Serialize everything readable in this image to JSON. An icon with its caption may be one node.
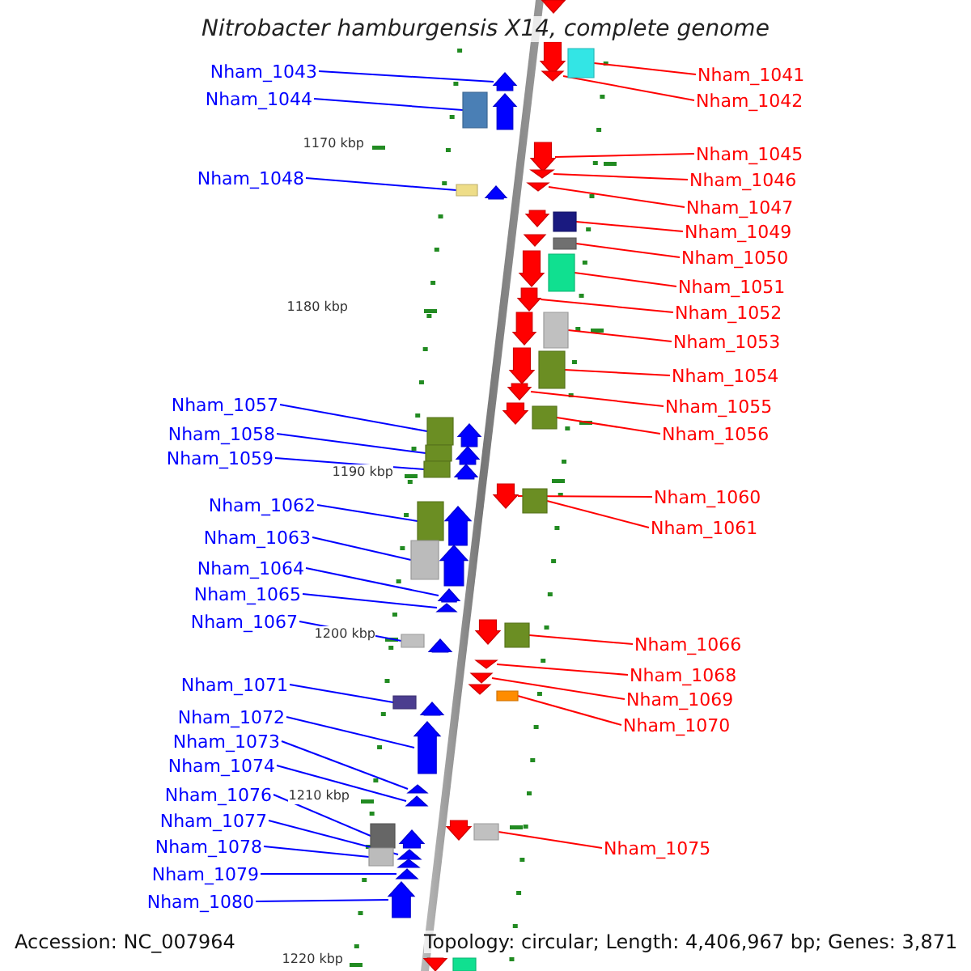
{
  "diagram": {
    "title": "Nitrobacter hamburgensis X14, complete genome",
    "nodes": [
      {
        "text": [
          "Nham_1043"
        ]
      },
      {
        "text": [
          "Nham_1044"
        ]
      },
      {
        "text": [
          "Nham_1048"
        ]
      },
      {
        "text": [
          "Nham_1057"
        ]
      },
      {
        "text": [
          "Nham_1058"
        ]
      },
      {
        "text": [
          "Nham_1059"
        ]
      },
      {
        "text": [
          "Nham_1062"
        ]
      },
      {
        "text": [
          "Nham_1063"
        ]
      },
      {
        "text": [
          "Nham_1064"
        ]
      },
      {
        "text": [
          "Nham_1065"
        ]
      },
      {
        "text": [
          "Nham_1067"
        ]
      },
      {
        "text": [
          "Nham_1071"
        ]
      },
      {
        "text": [
          "Nham_1072"
        ]
      },
      {
        "text": [
          "Nham_1073"
        ]
      },
      {
        "text": [
          "Nham_1074"
        ]
      },
      {
        "text": [
          "Nham_1076"
        ]
      },
      {
        "text": [
          "Nham_1077"
        ]
      },
      {
        "text": [
          "Nham_1078"
        ]
      },
      {
        "text": [
          "Nham_1079"
        ]
      },
      {
        "text": [
          "Nham_1080"
        ]
      },
      {
        "text": [
          "Nham_1041"
        ]
      },
      {
        "text": [
          "Nham_1042"
        ]
      },
      {
        "text": [
          "Nham_1045"
        ]
      },
      {
        "text": [
          "Nham_1046"
        ]
      },
      {
        "text": [
          "Nham_1047"
        ]
      },
      {
        "text": [
          "Nham_1049"
        ]
      },
      {
        "text": [
          "Nham_1050"
        ]
      },
      {
        "text": [
          "Nham_1051"
        ]
      },
      {
        "text": [
          "Nham_1052"
        ]
      },
      {
        "text": [
          "Nham_1053"
        ]
      },
      {
        "text": [
          "Nham_1054"
        ]
      },
      {
        "text": [
          "Nham_1055"
        ]
      },
      {
        "text": [
          "Nham_1056"
        ]
      },
      {
        "text": [
          "Nham_1060"
        ]
      },
      {
        "text": [
          "Nham_1061"
        ]
      },
      {
        "text": [
          "Nham_1066"
        ]
      },
      {
        "text": [
          "Nham_1068"
        ]
      },
      {
        "text": [
          "Nham_1069"
        ]
      },
      {
        "text": [
          "Nham_1070"
        ]
      },
      {
        "text": [
          "Nham_1075"
        ]
      },
      {
        "text": [],
        "shape": "box"
      },
      {
        "text": [],
        "shape": "pentagon"
      },
      {
        "text": [],
        "shape": "pentagon"
      },
      {
        "text": [],
        "shape": "box"
      },
      {
        "text": [],
        "shape": "pentagon"
      },
      {
        "text": [],
        "shape": "box"
      },
      {
        "text": [],
        "shape": "box"
      },
      {
        "text": [],
        "shape": "box"
      },
      {
        "text": [],
        "shape": "pentagon"
      },
      {
        "text": [],
        "shape": "pentagon"
      },
      {
        "text": [],
        "shape": "pentagon"
      },
      {
        "text": [],
        "shape": "box"
      },
      {
        "text": [],
        "shape": "box"
      },
      {
        "text": [],
        "shape": "pentagon"
      },
      {
        "text": [],
        "shape": "pentagon"
      },
      {
        "text": [],
        "shape": "pentagon"
      },
      {
        "text": [],
        "shape": "pentagon"
      },
      {
        "text": [],
        "shape": "box"
      },
      {
        "text": [],
        "shape": "pentagon"
      },
      {
        "text": [],
        "shape": "box"
      },
      {
        "text": [],
        "shape": "pentagon"
      },
      {
        "text": [],
        "shape": "pentagon"
      },
      {
        "text": [],
        "shape": "pentagon"
      },
      {
        "text": [],
        "shape": "pentagon"
      },
      {
        "text": [],
        "shape": "box"
      },
      {
        "text": [],
        "shape": "box"
      },
      {
        "text": [],
        "shape": "pentagon"
      },
      {
        "text": [],
        "shape": "pentagon"
      },
      {
        "text": [],
        "shape": "pentagon"
      },
      {
        "text": [],
        "shape": "pentagon"
      },
      {
        "text": [],
        "shape": "pentagon"
      },
      {
        "text": [],
        "shape": "pentagon"
      },
      {
        "text": [],
        "shape": "pentagon"
      },
      {
        "text": [],
        "shape": "box"
      },
      {
        "text": [],
        "shape": "pentagon"
      },
      {
        "text": [],
        "shape": "pentagon"
      },
      {
        "text": [],
        "shape": "pentagon"
      },
      {
        "text": [],
        "shape": "pentagon"
      },
      {
        "text": [],
        "shape": "pentagon"
      },
      {
        "text": [],
        "shape": "box"
      },
      {
        "text": [],
        "shape": "pentagon"
      },
      {
        "text": [],
        "shape": "box"
      },
      {
        "text": [],
        "shape": "pentagon"
      },
      {
        "text": [],
        "shape": "box"
      },
      {
        "text": [],
        "shape": "pentagon"
      },
      {
        "text": [],
        "shape": "box"
      },
      {
        "text": [],
        "shape": "pentagon"
      },
      {
        "text": [],
        "shape": "pentagon"
      },
      {
        "text": [],
        "shape": "box"
      },
      {
        "text": [],
        "shape": "pentagon"
      },
      {
        "text": [],
        "shape": "pentagon"
      },
      {
        "text": [],
        "shape": "box"
      },
      {
        "text": [],
        "shape": "pentagon"
      },
      {
        "text": [],
        "shape": "box"
      },
      {
        "text": [],
        "shape": "pentagon"
      },
      {
        "text": [],
        "shape": "box"
      },
      {
        "text": [],
        "shape": "pentagon"
      },
      {
        "text": [],
        "shape": "pentagon"
      },
      {
        "text": [],
        "shape": "pentagon"
      },
      {
        "text": [],
        "shape": "box"
      },
      {
        "text": [],
        "shape": "pentagon"
      },
      {
        "text": [],
        "shape": "box"
      },
      {
        "text": [],
        "shape": "pentagon"
      },
      {
        "text": [],
        "shape": "box"
      }
    ],
    "edges": [
      {
        "from": 0,
        "to": 41,
        "arrow": "none",
        "color": "#0000ff"
      },
      {
        "from": 1,
        "to": 40,
        "arrow": "none",
        "color": "#0000ff"
      },
      {
        "from": 2,
        "to": 43,
        "arrow": "none",
        "color": "#0000ff"
      },
      {
        "from": 3,
        "to": 45,
        "arrow": "none",
        "color": "#0000ff"
      },
      {
        "from": 4,
        "to": 46,
        "arrow": "none",
        "color": "#0000ff"
      },
      {
        "from": 5,
        "to": 47,
        "arrow": "none",
        "color": "#0000ff"
      },
      {
        "from": 6,
        "to": 51,
        "arrow": "none",
        "color": "#0000ff"
      },
      {
        "from": 7,
        "to": 52,
        "arrow": "none",
        "color": "#0000ff"
      },
      {
        "from": 8,
        "to": 55,
        "arrow": "none",
        "color": "#0000ff"
      },
      {
        "from": 9,
        "to": 56,
        "arrow": "none",
        "color": "#0000ff"
      },
      {
        "from": 10,
        "to": 57,
        "arrow": "none",
        "color": "#0000ff"
      },
      {
        "from": 11,
        "to": 59,
        "arrow": "none",
        "color": "#0000ff"
      },
      {
        "from": 12,
        "to": 61,
        "arrow": "none",
        "color": "#0000ff"
      },
      {
        "from": 13,
        "to": 62,
        "arrow": "none",
        "color": "#0000ff"
      },
      {
        "from": 14,
        "to": 63,
        "arrow": "none",
        "color": "#0000ff"
      },
      {
        "from": 15,
        "to": 64,
        "arrow": "none",
        "color": "#0000ff"
      },
      {
        "from": 16,
        "to": 67,
        "arrow": "none",
        "color": "#0000ff"
      },
      {
        "from": 17,
        "to": 65,
        "arrow": "none",
        "color": "#0000ff"
      },
      {
        "from": 18,
        "to": 69,
        "arrow": "none",
        "color": "#0000ff"
      },
      {
        "from": 19,
        "to": 70,
        "arrow": "none",
        "color": "#0000ff"
      },
      {
        "from": 20,
        "to": 73,
        "arrow": "none",
        "color": "#ff0000"
      },
      {
        "from": 21,
        "to": 74,
        "arrow": "none",
        "color": "#ff0000"
      },
      {
        "from": 22,
        "to": 75,
        "arrow": "none",
        "color": "#ff0000"
      },
      {
        "from": 23,
        "to": 76,
        "arrow": "none",
        "color": "#ff0000"
      },
      {
        "from": 24,
        "to": 77,
        "arrow": "none",
        "color": "#ff0000"
      },
      {
        "from": 25,
        "to": 79,
        "arrow": "none",
        "color": "#ff0000"
      },
      {
        "from": 26,
        "to": 81,
        "arrow": "none",
        "color": "#ff0000"
      },
      {
        "from": 27,
        "to": 83,
        "arrow": "none",
        "color": "#ff0000"
      },
      {
        "from": 28,
        "to": 84,
        "arrow": "none",
        "color": "#ff0000"
      },
      {
        "from": 29,
        "to": 85,
        "arrow": "none",
        "color": "#ff0000"
      },
      {
        "from": 30,
        "to": 88,
        "arrow": "none",
        "color": "#ff0000"
      },
      {
        "from": 31,
        "to": 89,
        "arrow": "none",
        "color": "#ff0000"
      },
      {
        "from": 32,
        "to": 91,
        "arrow": "none",
        "color": "#ff0000"
      },
      {
        "from": 33,
        "to": 92,
        "arrow": "none",
        "color": "#ff0000"
      },
      {
        "from": 34,
        "to": 93,
        "arrow": "none",
        "color": "#ff0000"
      },
      {
        "from": 35,
        "to": 95,
        "arrow": "none",
        "color": "#ff0000"
      },
      {
        "from": 36,
        "to": 96,
        "arrow": "none",
        "color": "#ff0000"
      },
      {
        "from": 37,
        "to": 97,
        "arrow": "none",
        "color": "#ff0000"
      },
      {
        "from": 38,
        "to": 99,
        "arrow": "none",
        "color": "#ff0000"
      },
      {
        "from": 39,
        "to": 101,
        "arrow": "none",
        "color": "#ff0000"
      }
    ],
    "labels": [
      "1170 kbp",
      "1180 kbp",
      "1190 kbp",
      "1200 kbp",
      "1210 kbp",
      "1220 kbp",
      "Accession: NC_007964",
      "Topology: circular; Length: 4,406,967 bp; Genes: 3,871"
    ]
  }
}
